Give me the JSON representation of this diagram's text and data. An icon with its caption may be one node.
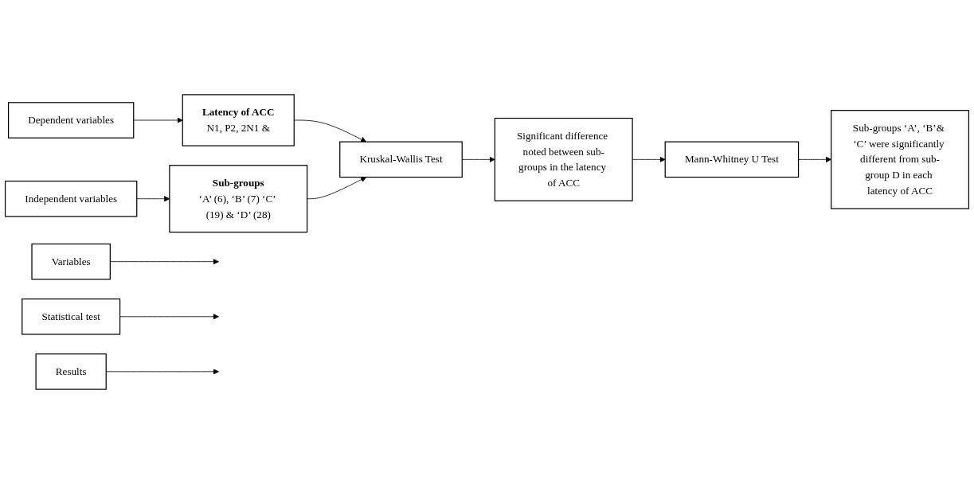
{
  "diagram": {
    "nodes": [
      {
        "text": [
          "Variables"
        ]
      },
      {
        "text": [
          "Statistical test"
        ]
      },
      {
        "text": [
          "Results"
        ]
      },
      {
        "text": [
          "Dependent variables"
        ]
      },
      {
        "text": [
          "Latency of ACC",
          "N1, P2, 2N1 &"
        ]
      },
      {
        "text": [
          "Kruskal-Wallis Test"
        ]
      },
      {
        "text": [
          "Significant difference noted between sub-groups in the latency of ACC"
        ]
      },
      {
        "text": [
          "Independent variables"
        ]
      },
      {
        "text": [
          "Sub-groups",
          "‘A’ (6), ‘B’ (7) ‘C’ (19) & ‘D’ (28)"
        ]
      },
      {
        "text": [
          "Mann-Whitney U Test"
        ]
      },
      {
        "text": [
          "Sub-groups ‘A’, ‘B’& ‘C’ were significantly different from sub-group D in each latency of ACC"
        ]
      }
    ],
    "edges": [
      {
        "from": 0,
        "to": null,
        "arrow": "to"
      },
      {
        "from": 1,
        "to": null,
        "arrow": "to"
      },
      {
        "from": 2,
        "to": null,
        "arrow": "to"
      },
      {
        "from": 3,
        "to": 4,
        "arrow": "to"
      },
      {
        "from": 4,
        "to": 5,
        "arrow": "to"
      },
      {
        "from": 7,
        "to": 8,
        "arrow": "to"
      },
      {
        "from": 8,
        "to": 5,
        "arrow": "to"
      },
      {
        "from": 5,
        "to": 6,
        "arrow": "to"
      },
      {
        "from": 6,
        "to": 9,
        "arrow": "to"
      },
      {
        "from": 9,
        "to": 10,
        "arrow": "to"
      }
    ]
  }
}
